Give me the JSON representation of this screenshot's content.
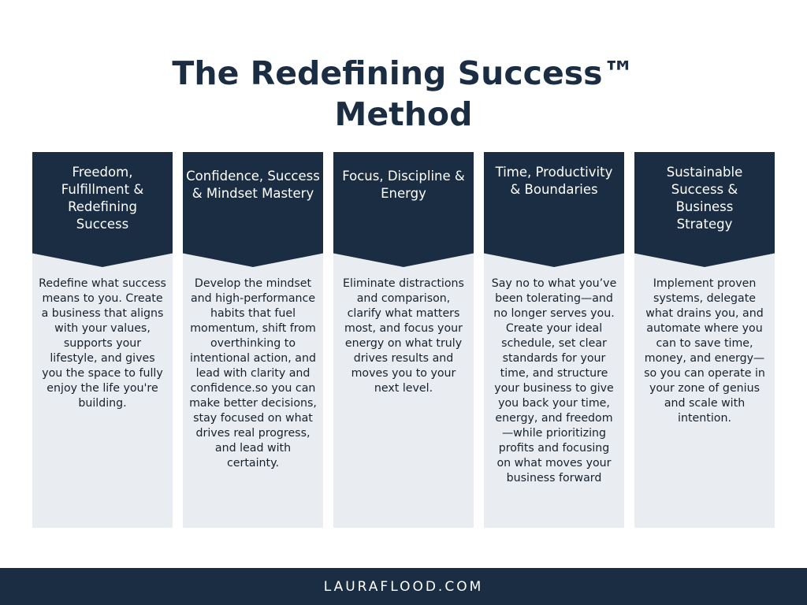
{
  "title": {
    "line1": "The Redefining Success™",
    "line2": "Method"
  },
  "columns": [
    {
      "heading": "Freedom, Fulfillment & Redefining Success",
      "body": "Redefine what success means to you. Create a business that aligns with your values, supports your lifestyle, and gives you the space to fully enjoy the life you're building."
    },
    {
      "heading": "Confidence, Success & Mindset Mastery",
      "body": "Develop the mindset and high-performance habits that fuel momentum, shift from overthinking to intentional action, and lead with clarity and confidence.so  you can make better decisions, stay focused on what drives real progress, and lead with certainty."
    },
    {
      "heading": "Focus, Discipline & Energy",
      "body": "Eliminate distractions and comparison, clarify what matters most, and focus your energy on what truly drives results and moves you to your next level."
    },
    {
      "heading": "Time, Productivity & Boundaries",
      "body": "Say no to what you’ve been tolerating—and no longer serves you. Create your ideal schedule, set clear standards for your time, and structure your business to give you back your time, energy, and freedom—while prioritizing profits and focusing on what moves your business forward"
    },
    {
      "heading": "Sustainable Success & Business Strategy",
      "body": "Implement proven systems, delegate what drains you, and automate where you can to save time, money, and energy—so you can operate in your zone of genius and scale with intention."
    }
  ],
  "footer": {
    "text": "LAURAFLOOD.COM"
  },
  "colors": {
    "navy": "#1b2d42",
    "panel": "#e9edf1",
    "text": "#17202b"
  }
}
